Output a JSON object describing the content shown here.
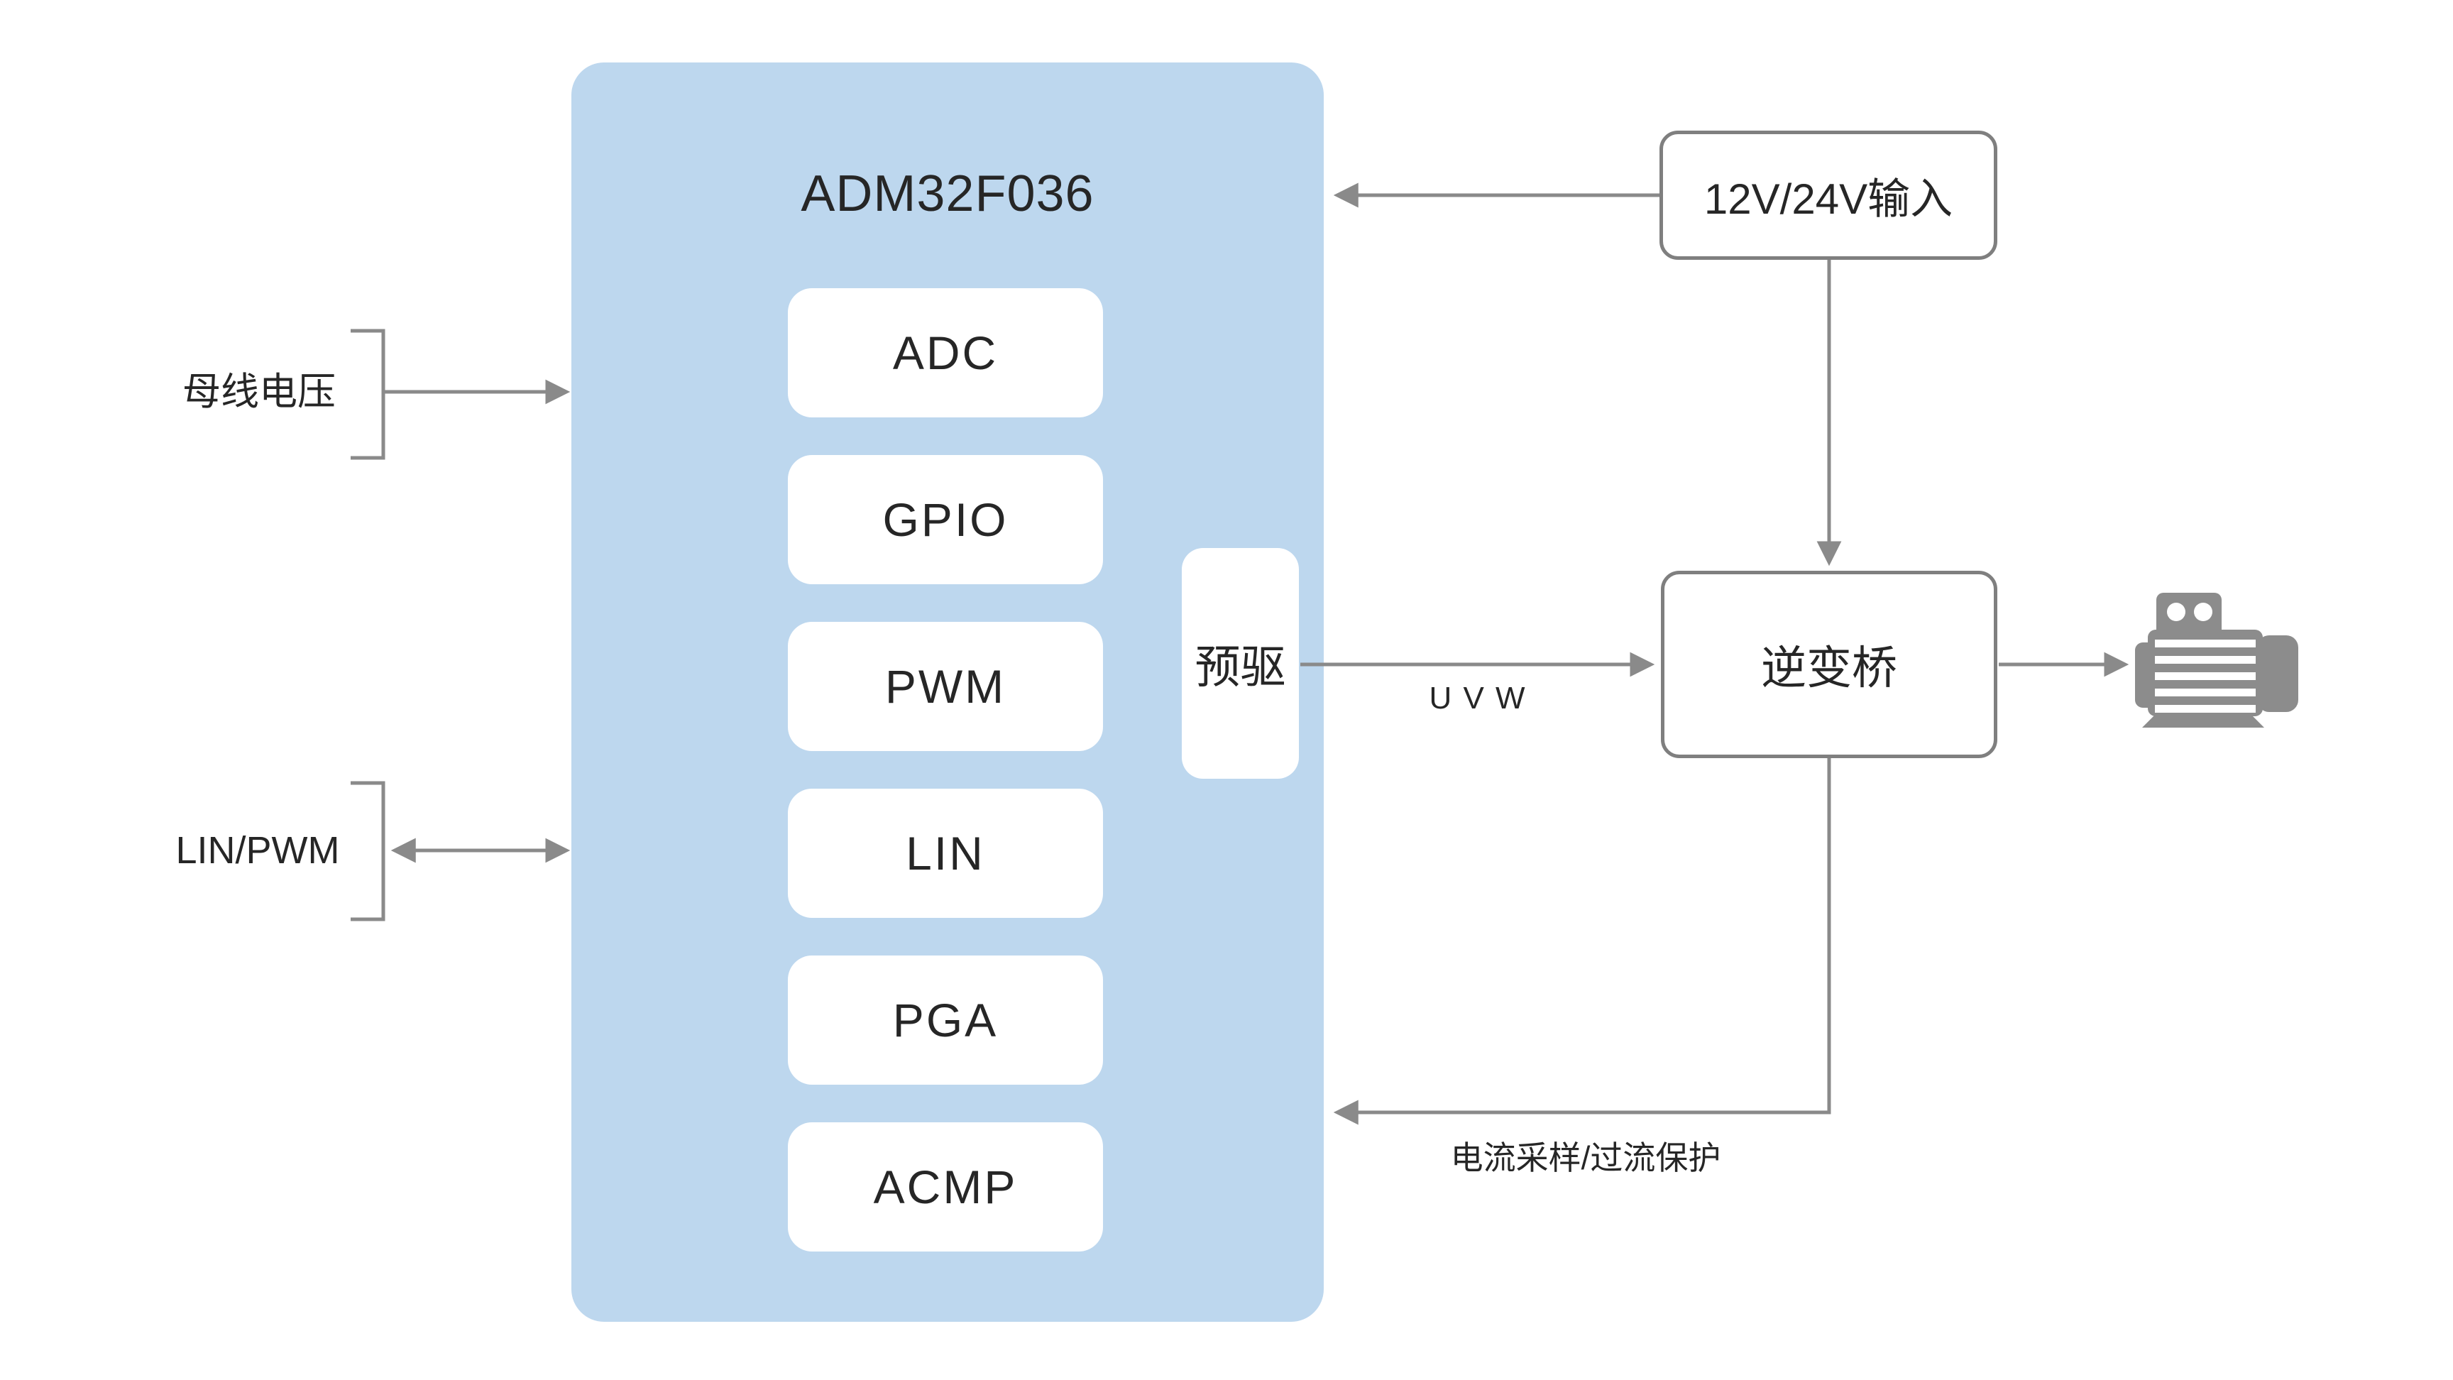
{
  "diagram": {
    "mcu": {
      "label": "ADM32F036",
      "peripherals": [
        "ADC",
        "GPIO",
        "PWM",
        "LIN",
        "PGA",
        "ACMP"
      ],
      "predriver": "预驱"
    },
    "power_input": {
      "label": "12V/24V输入"
    },
    "inverter": {
      "label": "逆变桥"
    },
    "signals": {
      "bus_voltage": "母线电压",
      "lin_pwm": "LIN/PWM",
      "uvw": "U V W",
      "current_protect": "电流采样/过流保护"
    },
    "colors": {
      "mcu_fill": "#BDD7EE",
      "block_fill": "#FFFFFF",
      "box_border": "#7F7F7F",
      "connector": "#8A8A8A",
      "text": "#262626",
      "motor": "#8C8C8C",
      "background": "#FFFFFF"
    }
  }
}
